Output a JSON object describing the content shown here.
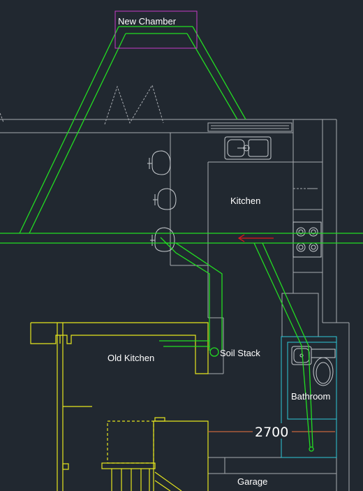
{
  "labels": {
    "new_chamber": "New Chamber",
    "kitchen": "Kitchen",
    "old_kitchen": "Old Kitchen",
    "soil_stack": "Soil Stack",
    "bathroom": "Bathroom",
    "garage": "Garage",
    "dimension": "2700"
  },
  "colors": {
    "background": "#212830",
    "walls": "#a7abb0",
    "drain": "#22dd22",
    "old_structure": "#e6e61e",
    "bathroom_outline": "#2ec8d8",
    "chamber_box": "#c83cc8",
    "flow_arrow": "#e01818",
    "dimension_line": "#c8643c"
  },
  "icons": {
    "sink": "kitchen-sink-icon",
    "hob": "hob-icon",
    "toilet": "toilet-icon",
    "basin": "basin-icon",
    "flow": "flow-direction-arrow-icon"
  }
}
